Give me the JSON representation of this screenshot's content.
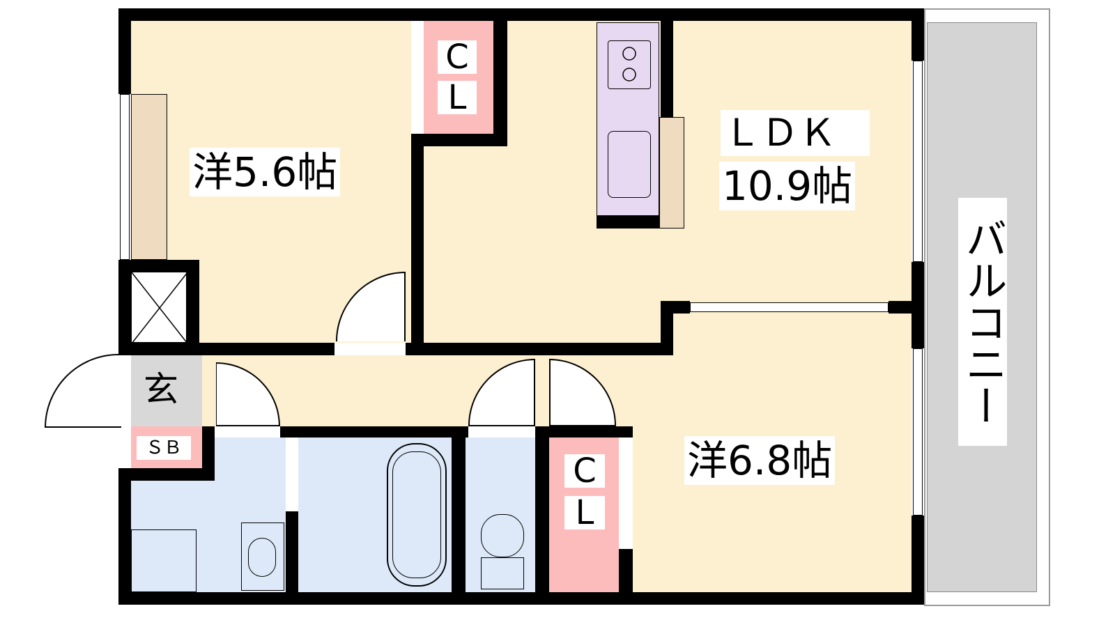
{
  "rooms": {
    "western_a": {
      "name": "洋5.6帖"
    },
    "closet_a": {
      "c": "C",
      "l": "L"
    },
    "ldk": {
      "name": "ＬＤＫ",
      "size": "10.9帖"
    },
    "balcony": {
      "name": "バルコニー"
    },
    "entrance": {
      "name": "玄"
    },
    "shoe_box": {
      "name": "ＳＢ"
    },
    "closet_b": {
      "c": "C",
      "l": "L"
    },
    "western_b": {
      "name": "洋6.8帖"
    }
  },
  "colors": {
    "room": "#fdf0d0",
    "closet": "#fdbcbc",
    "wet": "#dde9f8",
    "kitchen": "#e8d9f2",
    "balcony": "#d4d4d4"
  }
}
